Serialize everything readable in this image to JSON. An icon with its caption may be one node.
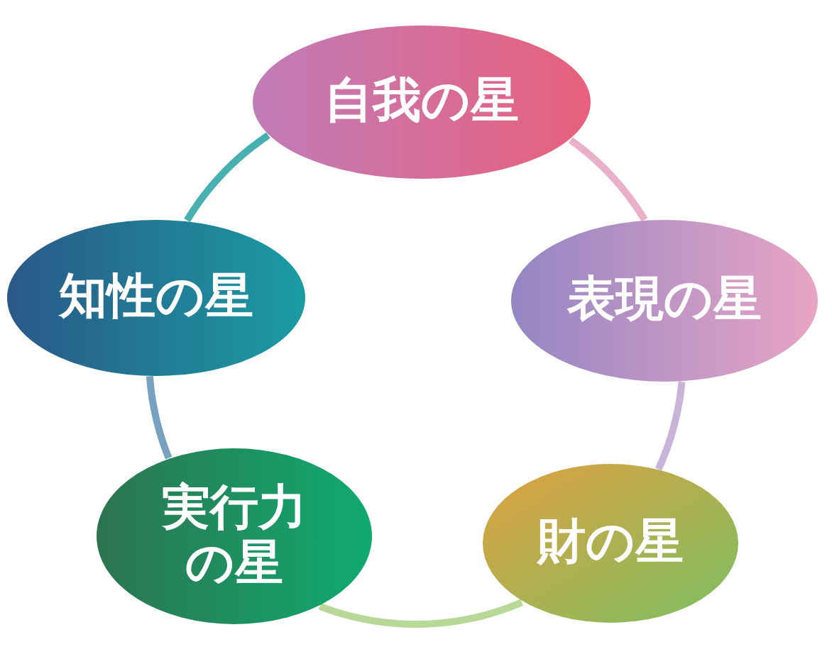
{
  "diagram": {
    "nodes": [
      {
        "text": [
          "自我の星"
        ]
      },
      {
        "text": [
          "表現の星"
        ]
      },
      {
        "text": [
          "財の星"
        ]
      },
      {
        "text": [
          "実行力の星"
        ]
      },
      {
        "text": [
          "知性の星"
        ]
      }
    ],
    "edges": [
      {
        "from": 0,
        "to": 1,
        "arrow": "none",
        "color": "#eab0c8"
      },
      {
        "from": 1,
        "to": 2,
        "arrow": "none",
        "color": "#c8b4d8"
      },
      {
        "from": 2,
        "to": 3,
        "arrow": "none",
        "color": "#b8d898"
      },
      {
        "from": 3,
        "to": 4,
        "arrow": "none",
        "color": "#78a0c0"
      },
      {
        "from": 4,
        "to": 0,
        "arrow": "none",
        "color": "#48b0b0"
      }
    ]
  }
}
